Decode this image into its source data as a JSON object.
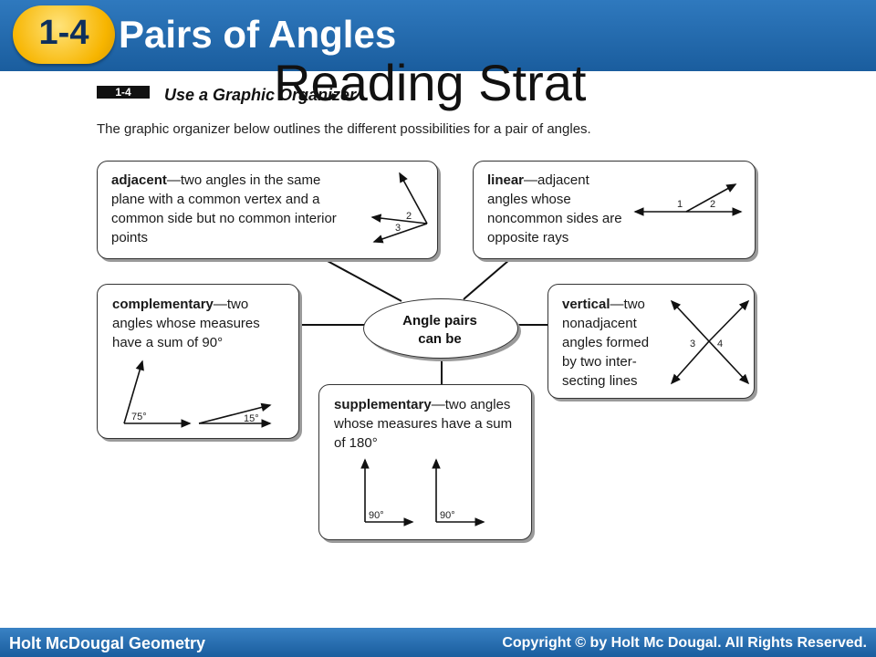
{
  "header": {
    "badge": "1-4",
    "title": "Pairs of Angles",
    "overlay_text": "Reading Strat"
  },
  "section": {
    "tag": "1-4",
    "title": "Use a Graphic Organizer",
    "intro": "The graphic organizer below outlines the different possibilities for a pair of angles."
  },
  "organizer": {
    "center": {
      "line1": "Angle pairs",
      "line2": "can be"
    },
    "adjacent": {
      "term": "adjacent",
      "definition": "—two angles in the same plane with a common vertex and a common side but no common interior points",
      "labels": [
        "2",
        "3"
      ]
    },
    "linear": {
      "term": "linear",
      "definition": "—adjacent angles whose noncommon sides are opposite rays",
      "labels": [
        "1",
        "2"
      ]
    },
    "complementary": {
      "term": "complementary",
      "definition": "—two angles whose measures have a sum of 90°",
      "labels": [
        "75°",
        "15°"
      ]
    },
    "vertical": {
      "term": "vertical",
      "definition": "—two nonadjacent angles formed by two inter-secting lines",
      "labels": [
        "3",
        "4"
      ]
    },
    "supplementary": {
      "term": "supplementary",
      "definition": "—two angles whose measures have a sum of 180°",
      "labels": [
        "90°",
        "90°"
      ]
    }
  },
  "footer": {
    "left": "Holt McDougal Geometry",
    "right": "Copyright © by Holt Mc Dougal. All Rights Reserved."
  }
}
